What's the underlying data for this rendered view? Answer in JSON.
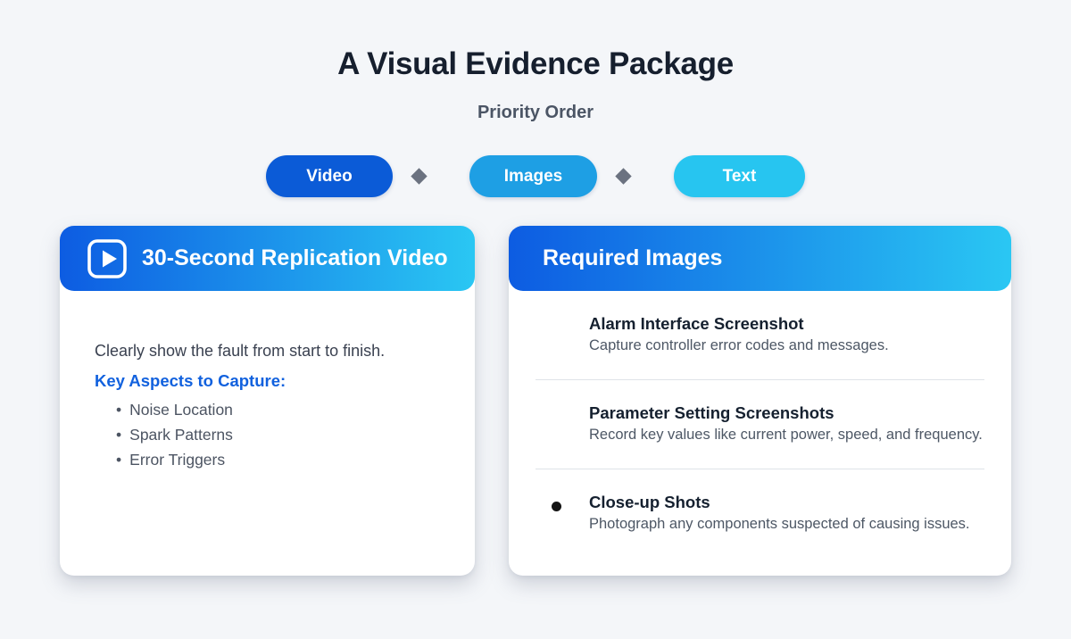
{
  "page": {
    "title": "A Visual Evidence Package",
    "subtitle": "Priority Order"
  },
  "priority": {
    "items": [
      {
        "label": "Video",
        "color": "#0b5bd7"
      },
      {
        "label": "Images",
        "color": "#1e9fe4"
      },
      {
        "label": "Text",
        "color": "#27c5f0"
      }
    ],
    "separator_icon": "diamond-icon",
    "separator_color": "#6b7280"
  },
  "video_card": {
    "title": "30-Second Replication Video",
    "icon": "play-icon",
    "header_gradient": [
      "#0d5ce2",
      "#2ac7f3"
    ],
    "description": "Clearly show the fault from start to finish.",
    "aspects_heading": "Key Aspects to Capture:",
    "aspects_heading_color": "#1161de",
    "aspects": [
      "Noise Location",
      "Spark Patterns",
      "Error Triggers"
    ]
  },
  "images_card": {
    "title": "Required Images",
    "header_gradient": [
      "#0d5ce2",
      "#2ac7f3"
    ],
    "items": [
      {
        "title": "Alarm Interface Screenshot",
        "description": "Capture controller error codes and messages."
      },
      {
        "title": "Parameter Setting Screenshots",
        "description": "Record key values like current power, speed, and frequency."
      },
      {
        "title": "Close-up Shots",
        "description": "Photograph any components suspected of causing issues."
      }
    ]
  }
}
